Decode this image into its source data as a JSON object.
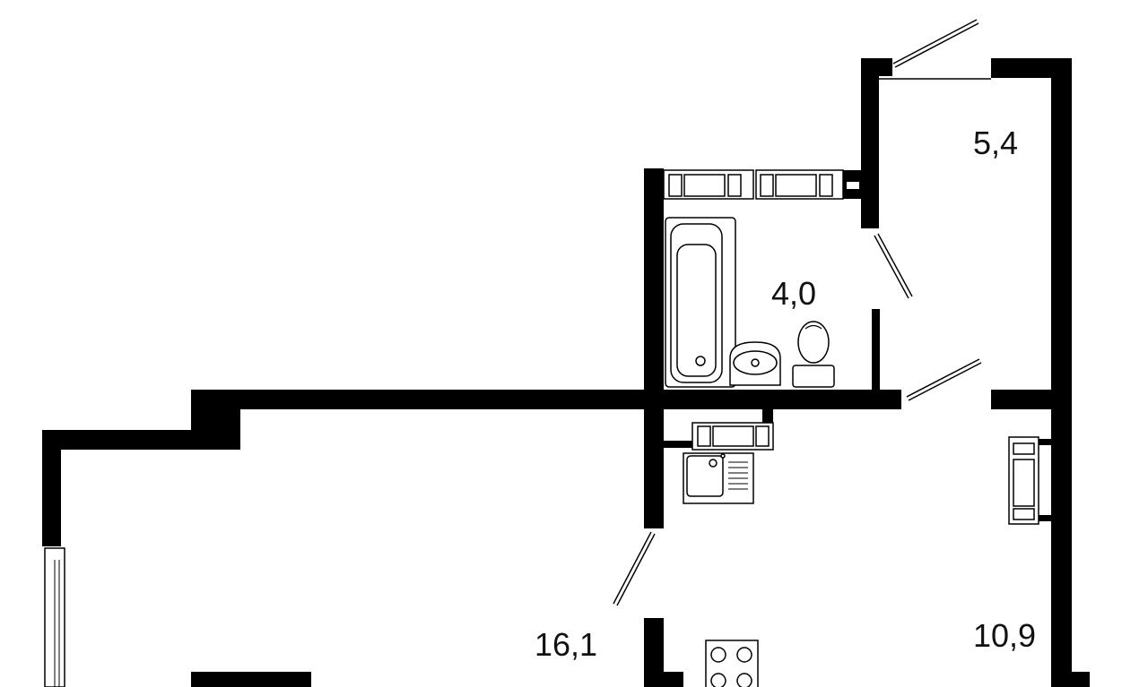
{
  "plan": {
    "rooms": [
      {
        "id": "balcony-storage",
        "area": "5,4"
      },
      {
        "id": "bathroom",
        "area": "4,0"
      },
      {
        "id": "living-room",
        "area": "16,1"
      },
      {
        "id": "kitchen-hall",
        "area": "10,9"
      }
    ],
    "colors": {
      "wall": "#000000",
      "background": "#ffffff"
    }
  }
}
